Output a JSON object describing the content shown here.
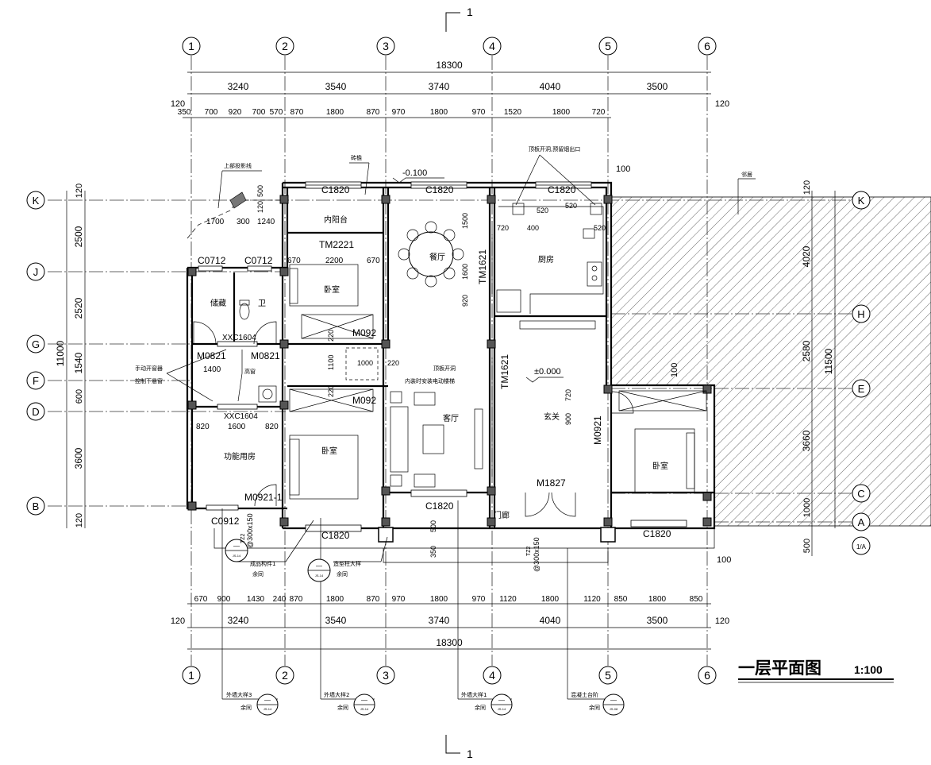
{
  "drawing": {
    "title": "一层平面图",
    "scale": "1:100",
    "section_mark": "1"
  },
  "axes": {
    "columns": [
      "1",
      "2",
      "3",
      "4",
      "5",
      "6"
    ],
    "rows_left": [
      "K",
      "J",
      "G",
      "F",
      "D",
      "B"
    ],
    "rows_right": [
      "K",
      "H",
      "E",
      "C",
      "A",
      "1/A"
    ]
  },
  "dims": {
    "total_width": "18300",
    "bays": [
      "3240",
      "3540",
      "3740",
      "4040",
      "3500"
    ],
    "edge": "120",
    "top_sub_left": "350",
    "top_sub": [
      "700",
      "920",
      "700",
      "570",
      "870",
      "1800",
      "870",
      "970",
      "1800",
      "970",
      "1520",
      "1800",
      "720"
    ],
    "bottom_sub": [
      "670",
      "900",
      "1430",
      "240",
      "870",
      "1800",
      "870",
      "970",
      "1800",
      "970",
      "1120",
      "1800",
      "1120",
      "850",
      "1800",
      "850"
    ],
    "left_total": "11000",
    "left_rows": [
      "2500",
      "2520",
      "1540",
      "600",
      "3600"
    ],
    "right_rows": [
      "4020",
      "2580",
      "3660",
      "1000"
    ],
    "right_total": "11500",
    "right_bottom": "500",
    "offset_100": "100",
    "kitchen_dims": [
      "520",
      "520",
      "520",
      "720",
      "400"
    ],
    "dining_dims": [
      "1500",
      "1600",
      "920"
    ],
    "upper_dims": [
      "1700",
      "300",
      "1240",
      "120",
      "500"
    ],
    "bedroom_dims": [
      "670",
      "2200",
      "670",
      "220",
      "220",
      "1100",
      "1000",
      "220",
      "1400",
      "820",
      "1600",
      "820",
      "720",
      "900"
    ],
    "porch_dims": [
      "500",
      "350",
      "100"
    ]
  },
  "rooms": {
    "inner_balcony": "内阳台",
    "dining": "餐厅",
    "kitchen": "厨房",
    "bedroom": "卧室",
    "storage": "储藏",
    "bathroom": "卫",
    "living": "客厅",
    "foyer": "玄关",
    "function_room": "功能用房",
    "porch": "门廊",
    "neighbor": "邻居",
    "high_window": "高窗"
  },
  "openings": {
    "c1820": "C1820",
    "tm2221": "TM2221",
    "tm1621": "TM1621",
    "c0712": "C0712",
    "xxc1604": "XXC1604",
    "m0821": "M0821",
    "m092": "M092",
    "m0921": "M0921",
    "m0921_1": "M0921-1",
    "m1827": "M1827",
    "c0912": "C0912"
  },
  "levels": {
    "floor": "±0.000",
    "outside": "-0.100"
  },
  "notes": {
    "upper_projection": "上部投影线",
    "brick_eave": "砖檐",
    "roof_opening": "顶板开洞,预留烟出口",
    "manual_window": "手动开窗器",
    "control_window": "控制下悬窗",
    "floor_opening": "顶板开洞",
    "elevator": "内装时安装电动楼梯",
    "column_size": "@300x150",
    "column_label": "TZ2",
    "detail_finished": "成品构件1",
    "detail_column": "造型柱大样",
    "detail_wall1": "外墙大样1",
    "detail_wall2": "外墙大样2",
    "detail_wall3": "外墙大样3",
    "detail_step": "混凝土台阶",
    "same": "余同",
    "ref_code": "JS-14",
    "ref_code2": "JS-08",
    "dash": "—"
  }
}
